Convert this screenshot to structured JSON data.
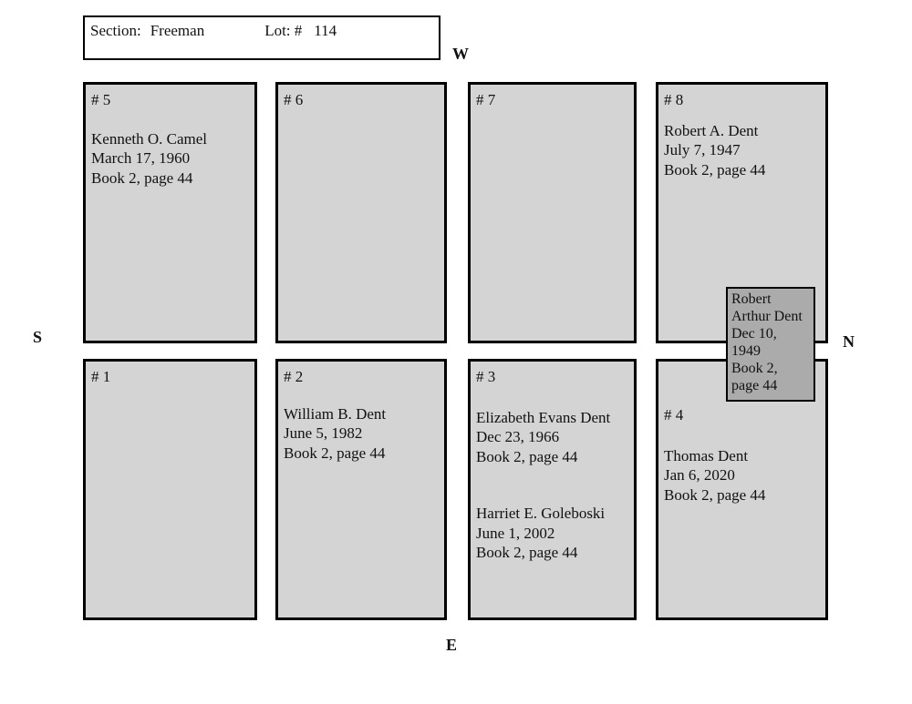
{
  "header": {
    "section_label": "Section:",
    "section_value": "Freeman",
    "lot_label": "Lot: #",
    "lot_value": "114"
  },
  "compass": {
    "west": "W",
    "north": "N",
    "south": "S",
    "east": "E"
  },
  "plots": [
    {
      "number": "# 1",
      "entries": []
    },
    {
      "number": "# 2",
      "entries": [
        {
          "name": "William B. Dent",
          "date": "June 5, 1982",
          "book": "Book 2, page 44"
        }
      ]
    },
    {
      "number": "# 3",
      "entries": [
        {
          "name": "Elizabeth Evans Dent",
          "date": "Dec 23, 1966",
          "book": "Book 2, page 44"
        },
        {
          "name": "Harriet E. Goleboski",
          "date": "June 1, 2002",
          "book": "Book 2, page 44"
        }
      ]
    },
    {
      "number": "# 4",
      "entries": [
        {
          "name": "Thomas Dent",
          "date": "Jan 6, 2020",
          "book": "Book 2, page 44"
        }
      ]
    },
    {
      "number": "# 5",
      "entries": [
        {
          "name": "Kenneth O. Camel",
          "date": "March 17, 1960",
          "book": "Book 2, page 44"
        }
      ]
    },
    {
      "number": "# 6",
      "entries": []
    },
    {
      "number": "# 7",
      "entries": []
    },
    {
      "number": "# 8",
      "entries": [
        {
          "name": "Robert A. Dent",
          "date": "July 7, 1947",
          "book": "Book 2, page 44"
        }
      ]
    }
  ],
  "overlay": {
    "lines": [
      "Robert",
      "Arthur Dent",
      "Dec 10,",
      "1949",
      "Book 2,",
      "page 44"
    ]
  },
  "colors": {
    "plot_fill": "#d4d4d4",
    "overlay_fill": "#ababab",
    "border": "#000000",
    "background": "#ffffff"
  }
}
